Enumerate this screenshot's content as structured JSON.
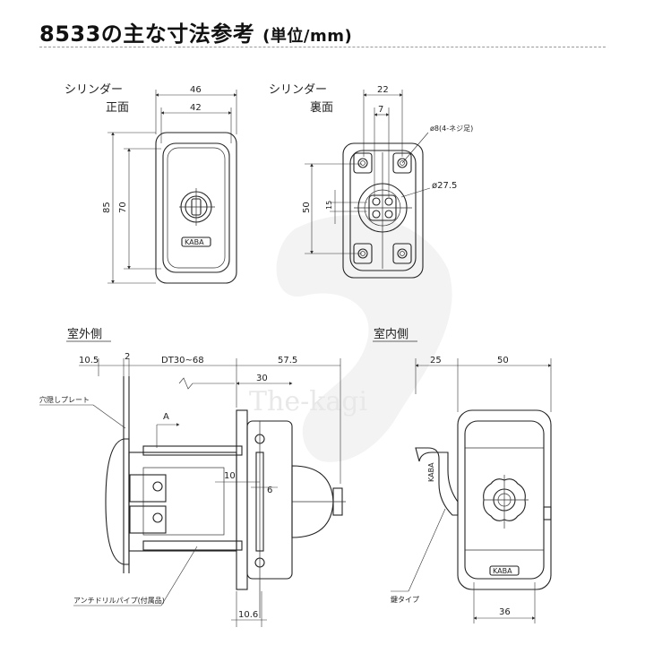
{
  "title": {
    "main": "8533の主な寸法参考",
    "unit": "(単位/mm)"
  },
  "watermark": "The-kagi",
  "views": {
    "front": {
      "label_line1": "シリンダー",
      "label_line2": "正面",
      "dim_outer_w": "46",
      "dim_inner_w": "42",
      "dim_outer_h": "85",
      "dim_inner_h": "70",
      "brand": "KABA"
    },
    "back": {
      "label_line1": "シリンダー",
      "label_line2": "裏面",
      "dim_w": "22",
      "dim_center": "7",
      "dim_h": "50",
      "dim_small": "15",
      "note_hole": "ø8(4-ネジ足)",
      "note_diameter": "ø27.5"
    },
    "outside": {
      "label": "室外側",
      "dim_a": "10.5",
      "dim_b": "2",
      "dim_dt": "DT30~68",
      "dim_c": "57.5",
      "dim_d": "30",
      "dim_e": "10",
      "dim_f": "6",
      "dim_g": "10.6",
      "callout_plate": "穴隠しプレート",
      "callout_a": "A",
      "callout_pipe": "アンチドリルパイプ(付属品)"
    },
    "inside": {
      "label": "室内側",
      "dim_a": "25",
      "dim_b": "50",
      "dim_c": "36",
      "callout_type": "鍵タイプ",
      "brand": "KABA"
    }
  }
}
